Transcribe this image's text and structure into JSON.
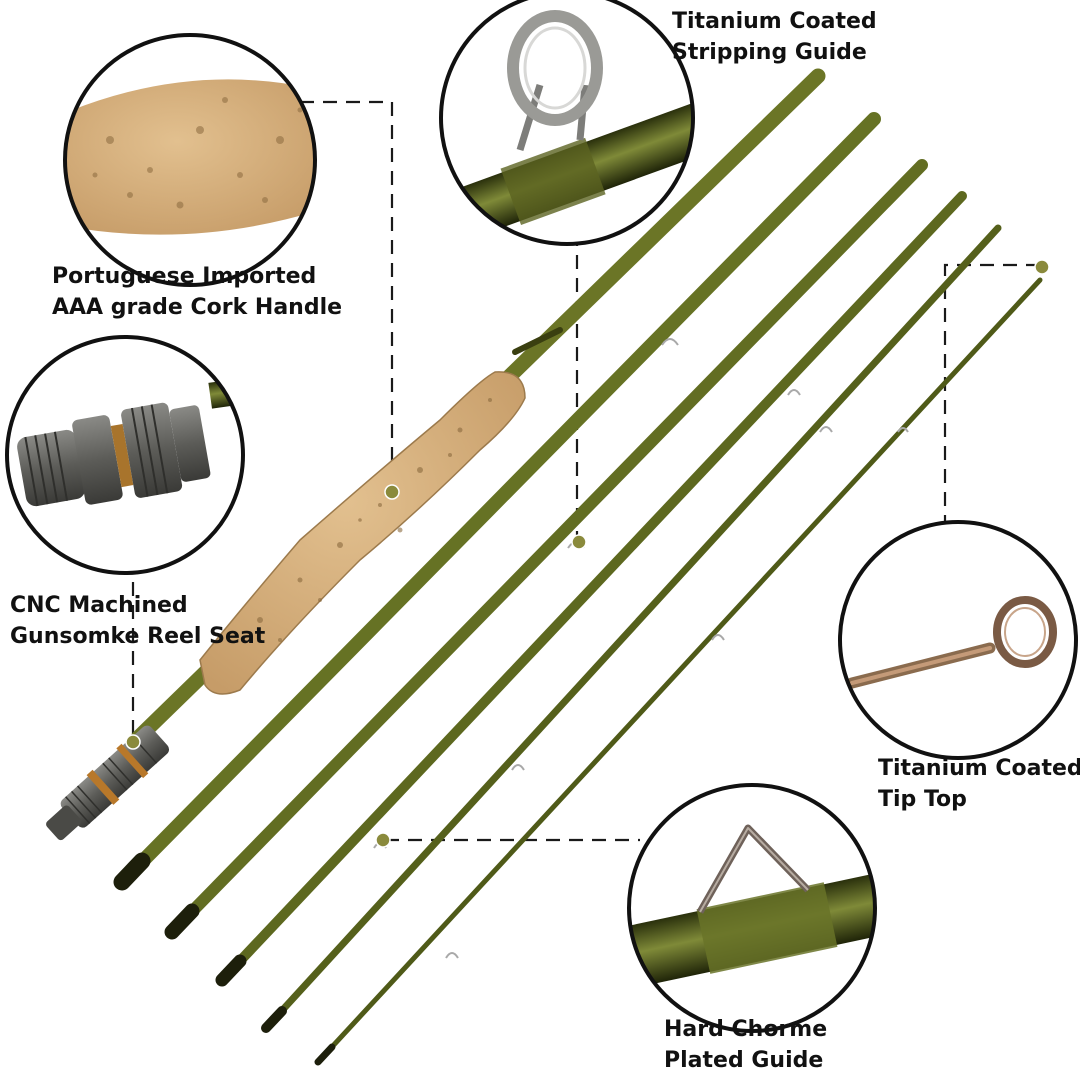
{
  "callouts": {
    "stripping_guide": {
      "line1": "Titanium Coated",
      "line2": "Stripping Guide"
    },
    "cork_handle": {
      "line1": "Portuguese Imported",
      "line2": "AAA grade Cork Handle"
    },
    "reel_seat": {
      "line1": "CNC Machined",
      "line2": "Gunsomke Reel Seat"
    },
    "tip_top": {
      "line1": "Titanium Coated",
      "line2": "Tip Top"
    },
    "chrome_guide": {
      "line1": "Hard Chorme",
      "line2": "Plated Guide"
    }
  },
  "colors": {
    "rod_blank": "#6b7526",
    "rod_shadow": "#454b12",
    "cork": "#d3ad7c",
    "reel_seat": "#5a5a56",
    "leader_line": "#1a1a1a",
    "marker_dot": "#8a8a3c"
  }
}
